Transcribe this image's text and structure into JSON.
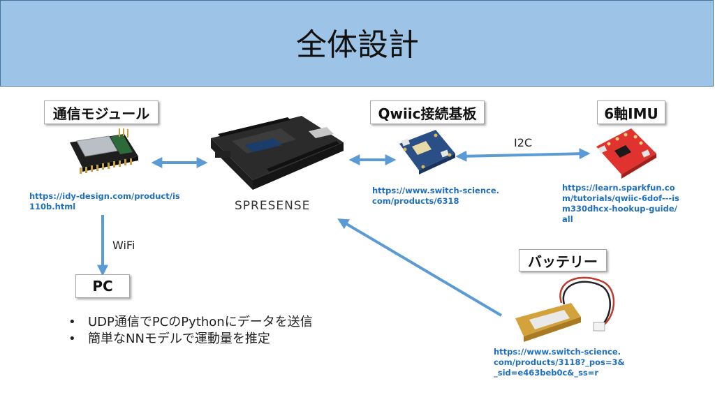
{
  "title": "全体設計",
  "nodes": {
    "comm_module": {
      "label": "通信モジュール",
      "url": "https://idy-design.com/product/is110b.html"
    },
    "spresense": {
      "logo": "SPRESENSE"
    },
    "qwiic": {
      "label": "Qwiic接続基板",
      "url": "https://www.switch-science.com/products/6318"
    },
    "imu": {
      "label": "6軸IMU",
      "url": "https://learn.sparkfun.com/tutorials/qwiic-6dof---ism330dhcx-hookup-guide/all"
    },
    "battery": {
      "label": "バッテリー",
      "url": "https://www.switch-science.com/products/3118?_pos=3&_sid=e463beb0c&_ss=r"
    },
    "pc": {
      "label": "PC"
    }
  },
  "edge_labels": {
    "i2c": "I2C",
    "wifi": "WiFi"
  },
  "bullets": [
    "UDP通信でPCのPythonにデータを送信",
    "簡単なNNモデルで運動量を推定"
  ],
  "colors": {
    "header": "#9dc3e6",
    "arrow": "#5b9bd5",
    "url": "#1f6fc0"
  }
}
